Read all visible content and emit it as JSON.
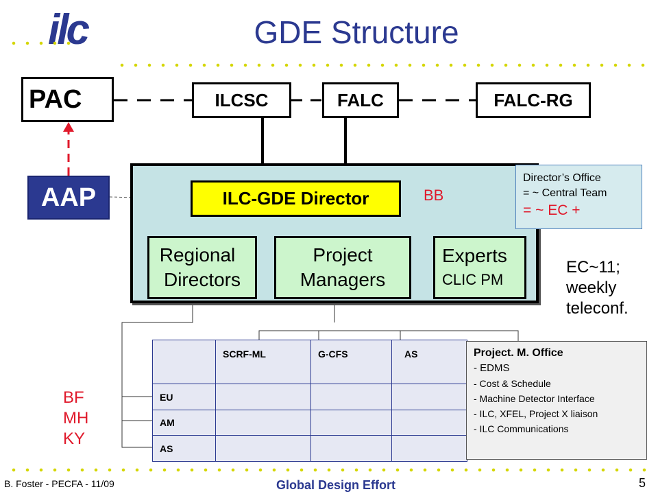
{
  "header": {
    "logo": "ilc",
    "title": "GDE Structure"
  },
  "top_boxes": {
    "pac": "PAC",
    "ilcsc": "ILCSC",
    "falc": "FALC",
    "falc_rg": "FALC-RG"
  },
  "aap": "AAP",
  "director": "ILC-GDE Director",
  "bb": "BB",
  "directors_office": {
    "line1": "Director’s Office",
    "line2": "= ~ Central Team",
    "line3": "=  ~ EC +"
  },
  "regional": {
    "line1": "Regional",
    "line2": "Directors"
  },
  "project_managers": {
    "line1": "Project",
    "line2": "Managers"
  },
  "experts": {
    "line1": "Experts",
    "line2": "CLIC PM"
  },
  "ec_note": {
    "line1": "EC~11;",
    "line2": "weekly",
    "line3": "teleconf."
  },
  "matrix": {
    "columns": [
      "",
      "SCRF-ML",
      "G-CFS",
      "AS"
    ],
    "rows": [
      "EU",
      "AM",
      "AS"
    ]
  },
  "pmo": {
    "title": "Project. M. Office",
    "items": [
      "- EDMS",
      "- Cost & Schedule",
      "- Machine Detector Interface",
      "- ILC, XFEL, Project X liaison",
      "- ILC Communications"
    ]
  },
  "side_names": [
    "BF",
    "MH",
    "KY"
  ],
  "footer": {
    "left": "B. Foster - PECFA - 11/09",
    "center": "Global Design Effort",
    "page": "5"
  },
  "colors": {
    "navy": "#2b3990",
    "yellow": "#ffff00",
    "panel": "#c5e3e5",
    "green": "#ccf5cc",
    "red": "#e0192b",
    "dots": "#d4d600"
  }
}
